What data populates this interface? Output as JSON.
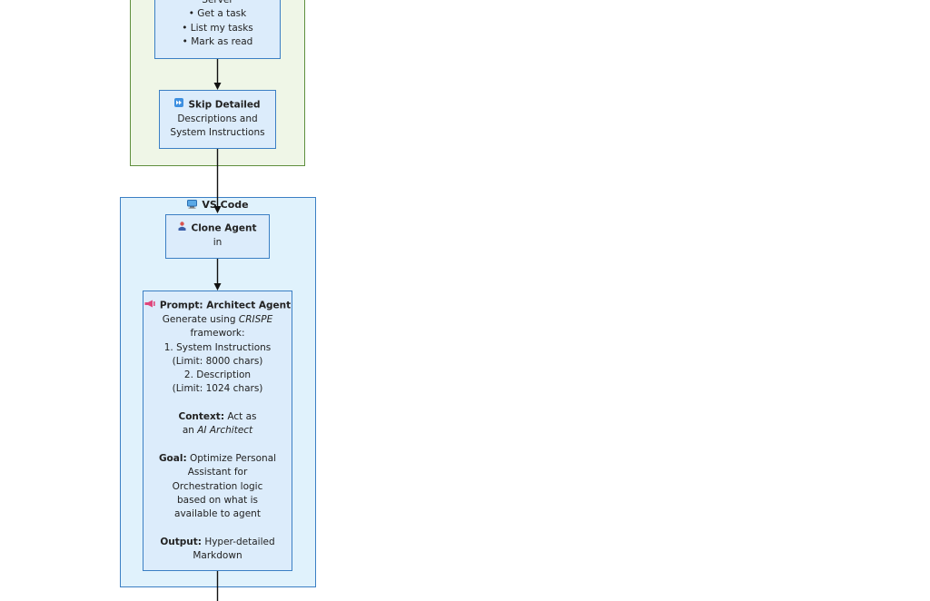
{
  "diagram": {
    "server_node": {
      "lines": [
        "Server",
        "• Get a task",
        "• List my tasks",
        "• Mark as read"
      ]
    },
    "skip_node": {
      "title": "Skip Detailed",
      "lines": [
        "Descriptions and",
        "System Instructions"
      ]
    },
    "vscode_group": {
      "title": "VS Code"
    },
    "clone_node": {
      "title": "Clone Agent",
      "lines": [
        "in"
      ]
    },
    "prompt_node": {
      "title": "Prompt: Architect Agent",
      "framework_prefix": "Generate using ",
      "framework_name": "CRISPE",
      "framework_suffix": "framework:",
      "list": [
        "1. System Instructions",
        "(Limit: 8000 chars)",
        "2. Description",
        "(Limit: 1024 chars)"
      ],
      "context_label": "Context:",
      "context_text_1": " Act as",
      "context_text_2_prefix": "an ",
      "context_text_2_italic": "AI Architect",
      "goal_label": "Goal:",
      "goal_text_1": " Optimize Personal",
      "goal_lines": [
        "Assistant for",
        "Orchestration logic",
        "based on what is",
        "available to agent"
      ],
      "output_label": "Output:",
      "output_text_1": " Hyper-detailed",
      "output_text_2": "Markdown"
    },
    "colors": {
      "green_group_fill": "#eff6e7",
      "green_group_border": "#5f8f3e",
      "blue_group_fill": "#e0f2fc",
      "node_fill": "#dcecfb",
      "node_border": "#3b7fc4"
    }
  }
}
